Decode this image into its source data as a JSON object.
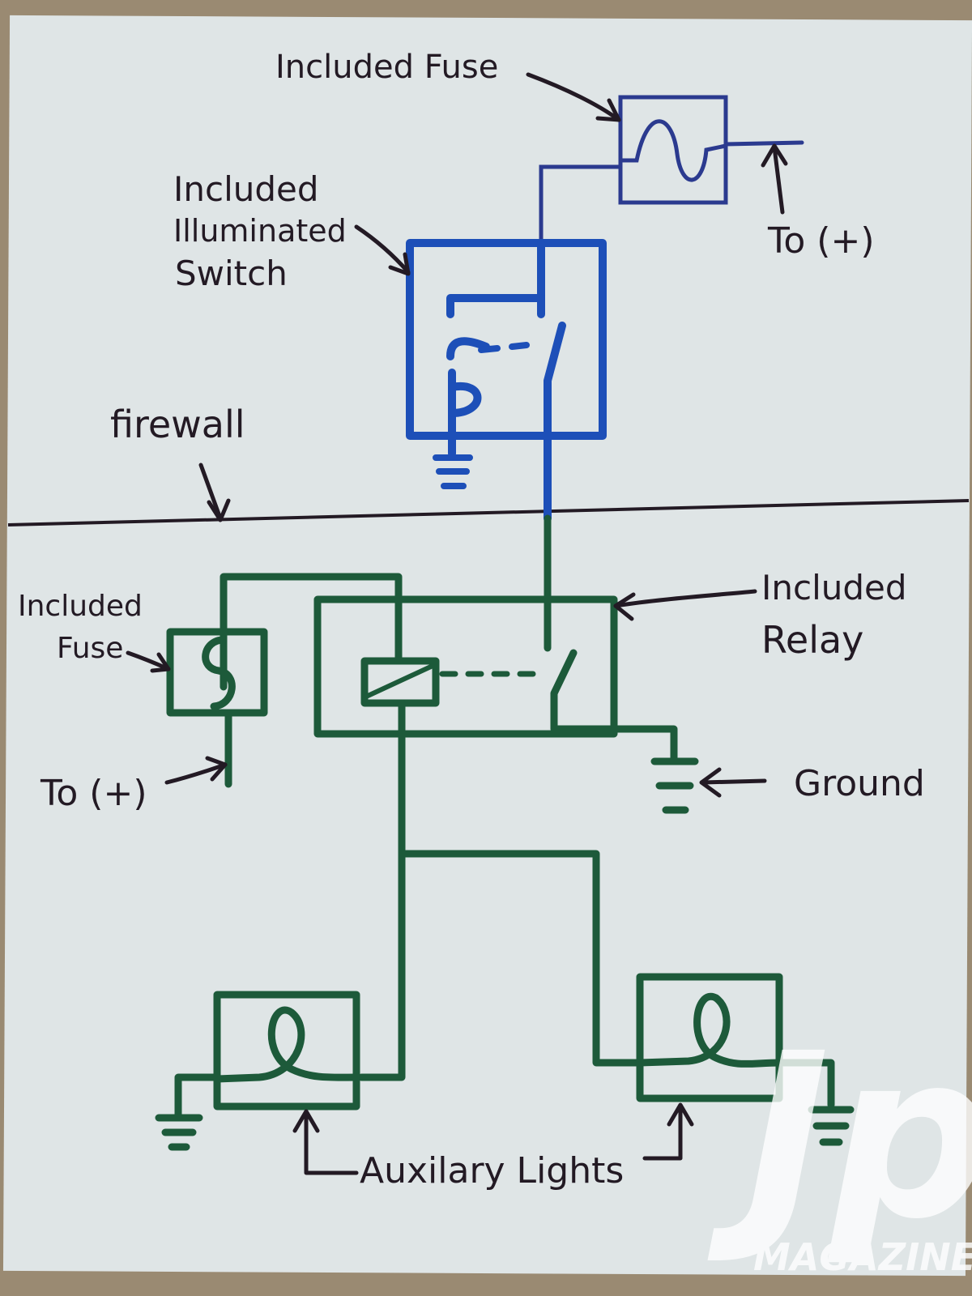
{
  "colors": {
    "background": "#9a8a72",
    "paper": "#dfe5e6",
    "ink_black": "#231a24",
    "ink_blue": "#1d4fb8",
    "ink_navy": "#2b3a8f",
    "ink_green": "#1d5a3a",
    "watermark": "#ffffff"
  },
  "labels": {
    "included_fuse_top": "Included Fuse",
    "to_plus_top": "To (+)",
    "switch_line1": "Included",
    "switch_line2": "Illuminated",
    "switch_line3": "Switch",
    "firewall": "firewall",
    "fuse_left_line1": "Included",
    "fuse_left_line2": "Fuse",
    "relay_line1": "Included",
    "relay_line2": "Relay",
    "to_plus_left": "To (+)",
    "ground": "Ground",
    "auxiliary_lights": "Auxilary Lights"
  },
  "components": {
    "fuse_top": "fuse-icon",
    "switch": "illuminated-switch-icon",
    "relay": "relay-icon",
    "fuse_left": "fuse-icon",
    "light_left": "lamp-icon",
    "light_right": "lamp-icon",
    "grounds": "ground-icon"
  },
  "watermark": {
    "logo_text": "Jp",
    "magazine_text": "MAGAZINE"
  }
}
